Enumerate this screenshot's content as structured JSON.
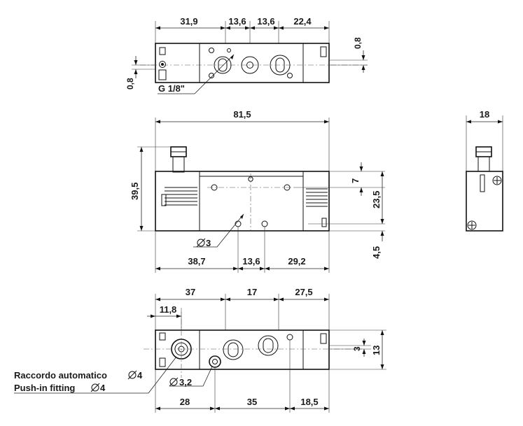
{
  "top_view": {
    "dimensions": [
      "31,9",
      "13,6",
      "13,6",
      "22,4",
      "0,8",
      "0,8"
    ],
    "thread_label": "G 1/8\""
  },
  "front_view": {
    "dimensions": [
      "81,5",
      "39,5",
      "7",
      "23,5",
      "4,5",
      "38,7",
      "13,6",
      "29,2"
    ],
    "hole_label": "3"
  },
  "side_view": {
    "dimensions": [
      "18"
    ]
  },
  "bottom_view": {
    "dimensions": [
      "37",
      "17",
      "27,5",
      "11,8",
      "3",
      "13",
      "28",
      "35",
      "18,5"
    ],
    "hole_label": "3,2",
    "fitting_label_it": "Raccordo automatico",
    "fitting_label_en": "Push-in fitting",
    "fitting_size": "4"
  }
}
